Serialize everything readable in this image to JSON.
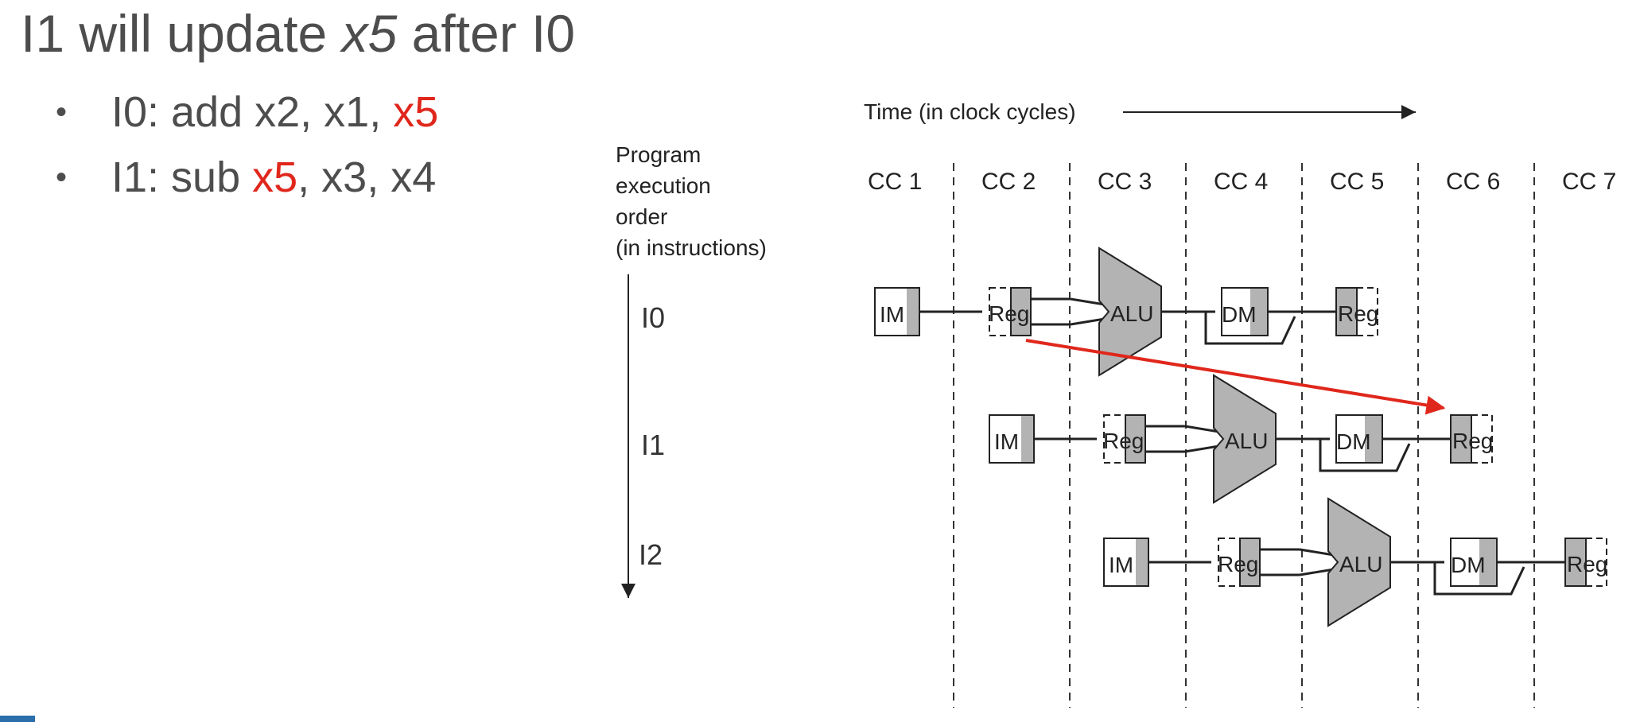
{
  "title": {
    "prefix": "I1 will update ",
    "var": "x5",
    "suffix": " after I0"
  },
  "bullets": [
    {
      "bullet": "•",
      "before": "I0: add x2, x1, ",
      "hl": "x5",
      "after": ""
    },
    {
      "bullet": "•",
      "before": "I1: sub ",
      "hl": "x5",
      "after": ", x3, x4"
    }
  ],
  "diagram": {
    "time_label": "Time (in clock cycles)",
    "program_order_label": [
      "Program",
      "execution",
      "order",
      "(in instructions)"
    ],
    "cycles": [
      "CC 1",
      "CC 2",
      "CC 3",
      "CC 4",
      "CC 5",
      "CC 6",
      "CC 7"
    ],
    "instructions": [
      "I0",
      "I1",
      "I2"
    ],
    "stages": {
      "im": "IM",
      "reg": "Reg",
      "alu": "ALU",
      "dm": "DM"
    },
    "colors": {
      "stage_fill": "#b3b3b3",
      "hazard_arrow": "#e0271c",
      "line": "#333333"
    }
  }
}
